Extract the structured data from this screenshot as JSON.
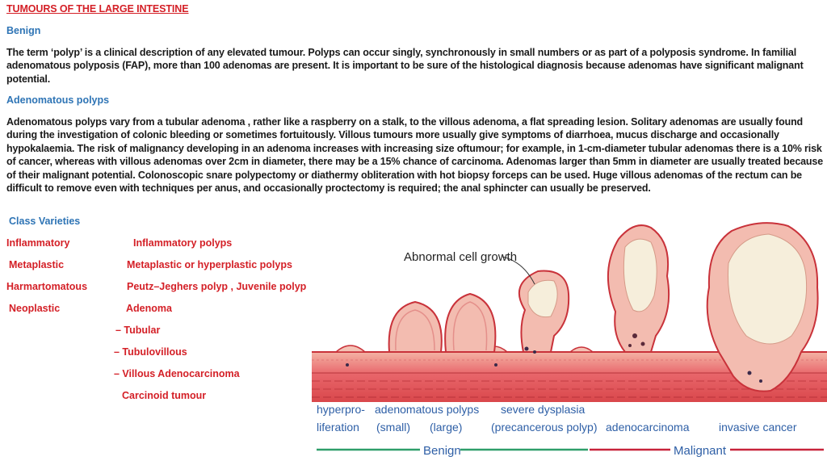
{
  "title": "TUMOURS OF THE LARGE INTESTINE",
  "benign_heading": "Benign",
  "benign_paragraph": "The term ‘polyp’ is a clinical description of any elevated tumour. Polyps can occur singly, synchronously in small numbers or as part of a polyposis syndrome. In familial adenomatous polyposis (FAP), more than 100 adenomas are present. It is important to be sure of the histological diagnosis because adenomas have significant malignant potential.",
  "adenomatous_heading": "Adenomatous polyps",
  "adenomatous_paragraph": "Adenomatous polyps vary from a tubular adenoma , rather like a raspberry on a stalk, to the villous adenoma, a flat spreading lesion. Solitary adenomas are usually found during the investigation of colonic bleeding or sometimes fortuitously. Villous tumours more usually give symptoms of diarrhoea, mucus discharge and occasionally hypokalaemia. The risk of malignancy developing in an adenoma increases with increasing size oftumour; for example, in 1-cm-diameter tubular adenomas there is a 10% risk of cancer, whereas with villous adenomas over 2cm in diameter, there may be a 15% chance of carcinoma. Adenomas larger than 5mm in diameter are usually treated because of their malignant potential. Colonoscopic snare polypectomy or diathermy obliteration with hot biopsy forceps can be used. Huge villous adenomas of the rectum can be difficult to remove even with techniques per anus, and occasionally proctectomy is required; the anal sphincter can usually be preserved.",
  "class_heading": "Class Varieties",
  "classes": [
    {
      "class": "Inflammatory",
      "variety": "Inflammatory polyps"
    },
    {
      "class": "Metaplastic",
      "variety": "Metaplastic or hyperplastic polyps"
    },
    {
      "class": "Harmartomatous",
      "variety": "Peutz–Jeghers polyp , Juvenile polyp"
    },
    {
      "class": "Neoplastic",
      "variety": "Adenoma"
    }
  ],
  "adenoma_subtypes": [
    "– Tubular",
    "– Tubulovillous",
    "– Villous Adenocarcinoma"
  ],
  "carcinoid": "Carcinoid tumour",
  "figure": {
    "callout": "Abnormal cell growth",
    "stages": [
      {
        "line1": "hyperpro-",
        "line2": "liferation"
      },
      {
        "line1": "adenomatous polyps",
        "line2_a": "(small)",
        "line2_b": "(large)"
      },
      {
        "line1": "severe dysplasia",
        "line2": "(precancerous polyp)"
      },
      {
        "line1": "adenocarcinoma"
      },
      {
        "line1": "invasive cancer"
      }
    ],
    "benign_label": "Benign",
    "malignant_label": "Malignant",
    "colors": {
      "stage_text": "#2e5fa6",
      "benign_line": "#2e9e6a",
      "malignant_line": "#c8233b",
      "tissue_red": "#d9474b",
      "tissue_pink": "#f2b9ae",
      "tumour_cream": "#f6eedb"
    }
  }
}
